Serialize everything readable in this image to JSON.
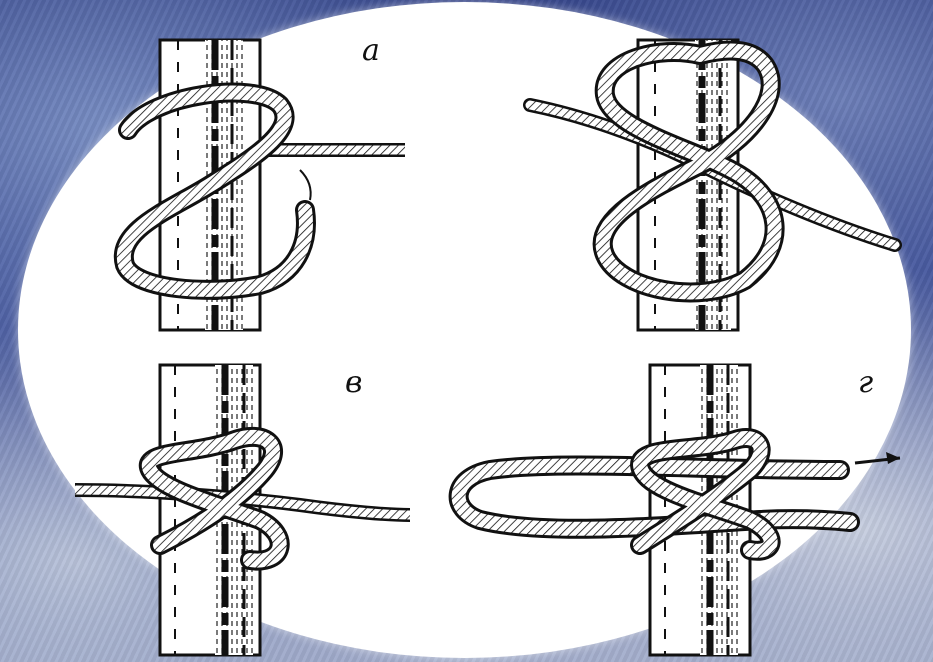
{
  "panels": [
    {
      "id": "a",
      "label": "а"
    },
    {
      "id": "b",
      "label": ""
    },
    {
      "id": "c",
      "label": "в"
    },
    {
      "id": "d",
      "label": "г"
    }
  ],
  "colors": {
    "background_top": "#2f3f86",
    "background_bottom": "#8e9ac0",
    "oval": "#ffffff",
    "ink": "#111111"
  }
}
